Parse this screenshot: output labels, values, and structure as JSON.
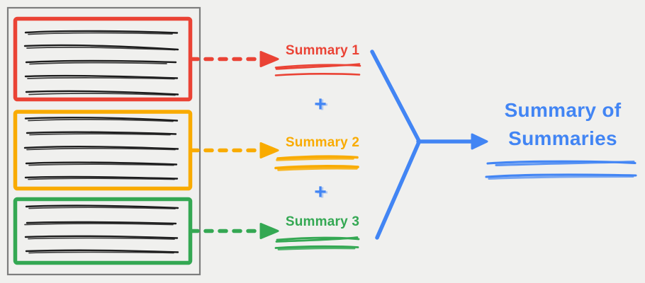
{
  "colors": {
    "red": "#EA4335",
    "orange": "#F9AB00",
    "green": "#34A853",
    "blue": "#4285F4",
    "ink": "#1D1D1D",
    "frame": "#7D7D7D",
    "bg": "#F0F0EE"
  },
  "document": {
    "sections": [
      {
        "name": "section-1",
        "color": "red",
        "text_lines": 5
      },
      {
        "name": "section-2",
        "color": "orange",
        "text_lines": 5
      },
      {
        "name": "section-3",
        "color": "green",
        "text_lines": 4
      }
    ]
  },
  "summaries": [
    {
      "label": "Summary 1",
      "color": "red"
    },
    {
      "label": "Summary 2",
      "color": "orange"
    },
    {
      "label": "Summary 3",
      "color": "green"
    }
  ],
  "operators": {
    "plus": "+"
  },
  "result": {
    "line1": "Summary of",
    "line2": "Summaries",
    "color": "blue"
  }
}
